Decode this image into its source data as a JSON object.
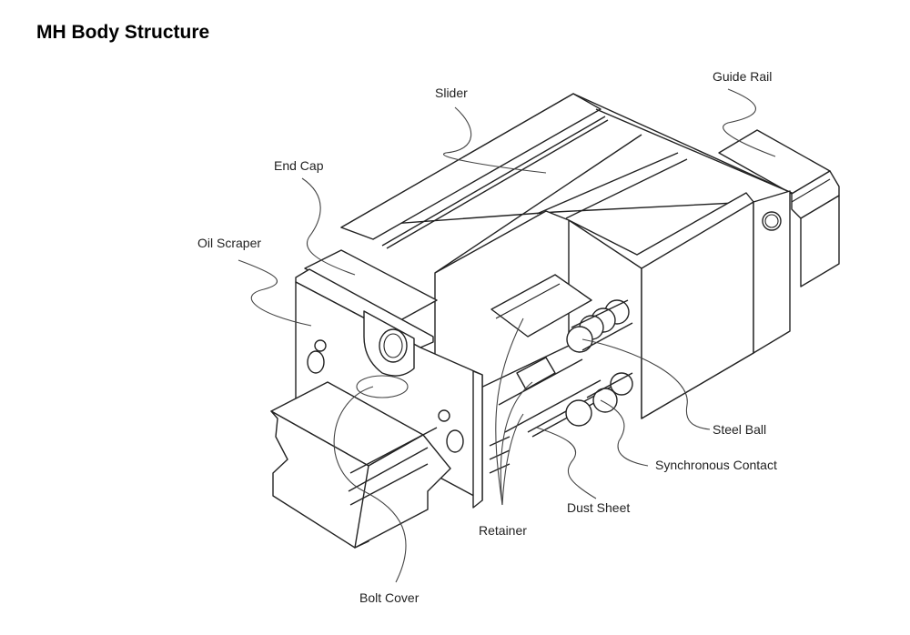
{
  "title": "MH Body Structure",
  "labels": {
    "slider": "Slider",
    "guide_rail": "Guide Rail",
    "end_cap": "End Cap",
    "oil_scraper": "Oil Scraper",
    "steel_ball": "Steel Ball",
    "synchronous_contact": "Synchronous Contact",
    "dust_sheet": "Dust Sheet",
    "retainer": "Retainer",
    "bolt_cover": "Bolt Cover"
  }
}
